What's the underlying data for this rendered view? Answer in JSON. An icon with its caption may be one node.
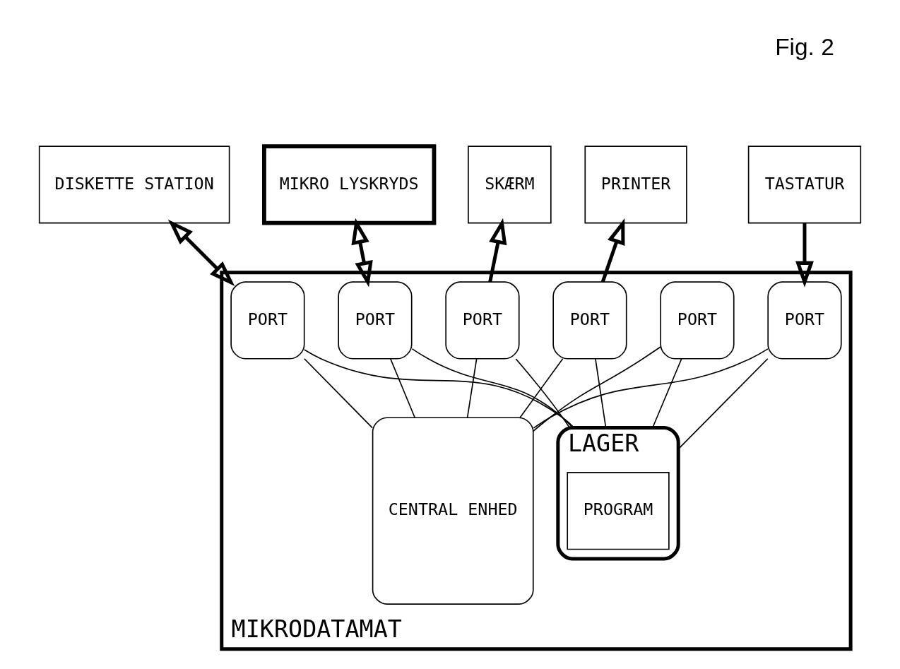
{
  "diagram": {
    "nodes": [
      {
        "text": [
          "TASTATUR"
        ]
      },
      {
        "text": [
          "SKÆRM"
        ]
      },
      {
        "text": [
          "PRINTER"
        ]
      },
      {
        "text": [
          "DISKETTE STATION"
        ]
      },
      {
        "text": [
          "MIKRO LYSKRYDS"
        ]
      },
      {
        "text": [
          "MIKRODATAMAT"
        ]
      },
      {
        "text": [
          "PORT"
        ],
        "in": 5
      },
      {
        "text": [
          "PORT"
        ],
        "in": 5
      },
      {
        "text": [
          "PORT"
        ],
        "in": 5
      },
      {
        "text": [
          "PORT"
        ],
        "in": 5
      },
      {
        "text": [
          "PORT"
        ],
        "in": 5
      },
      {
        "text": [
          "PORT"
        ],
        "in": 5
      },
      {
        "text": [
          "CENTRAL ENHED"
        ],
        "in": 5
      },
      {
        "text": [
          "LAGER"
        ],
        "in": 5
      },
      {
        "text": [
          "PROGRAM"
        ],
        "in": 13
      }
    ],
    "edges": [
      {
        "from": 0,
        "to": 6,
        "arrow": "to",
        "style": "thick"
      },
      {
        "from": 7,
        "to": 1,
        "arrow": "to",
        "style": "thick"
      },
      {
        "from": 8,
        "to": 2,
        "arrow": "to",
        "style": "thick"
      },
      {
        "from": 3,
        "to": 9,
        "arrow": "both",
        "style": "thick"
      },
      {
        "from": 4,
        "to": 10,
        "arrow": "both",
        "style": "thick"
      },
      {
        "from": 6,
        "to": 12,
        "arrow": "none"
      },
      {
        "from": 6,
        "to": 13,
        "arrow": "none"
      },
      {
        "from": 7,
        "to": 12,
        "arrow": "none"
      },
      {
        "from": 7,
        "to": 13,
        "arrow": "none"
      },
      {
        "from": 8,
        "to": 12,
        "arrow": "none"
      },
      {
        "from": 8,
        "to": 13,
        "arrow": "none"
      },
      {
        "from": 9,
        "to": 12,
        "arrow": "none"
      },
      {
        "from": 9,
        "to": 13,
        "arrow": "none"
      },
      {
        "from": 10,
        "to": 12,
        "arrow": "none"
      },
      {
        "from": 10,
        "to": 13,
        "arrow": "none"
      },
      {
        "from": 11,
        "to": 12,
        "arrow": "none"
      },
      {
        "from": 11,
        "to": 13,
        "arrow": "none"
      }
    ],
    "labels": [
      "Fig. 2"
    ]
  }
}
